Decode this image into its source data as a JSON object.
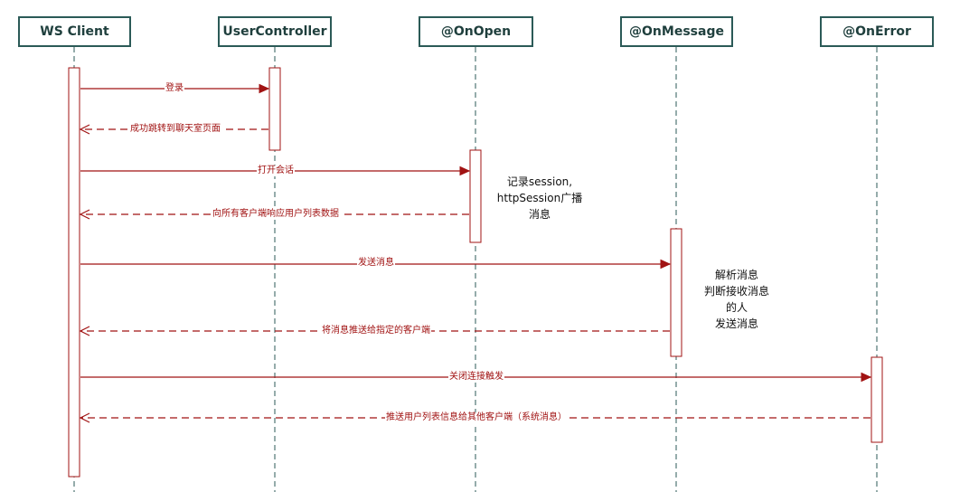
{
  "participants": [
    {
      "id": "ws-client",
      "label": "WS Client",
      "filled": true
    },
    {
      "id": "user-controller",
      "label": "UserController",
      "filled": false
    },
    {
      "id": "on-open",
      "label": "@OnOpen",
      "filled": false
    },
    {
      "id": "on-message",
      "label": "@OnMessage",
      "filled": false
    },
    {
      "id": "on-error",
      "label": "@OnError",
      "filled": false
    }
  ],
  "messages": [
    {
      "from": "ws-client",
      "to": "user-controller",
      "label": "登录",
      "dashed": false
    },
    {
      "from": "user-controller",
      "to": "ws-client",
      "label": "成功跳转到聊天室页面",
      "dashed": true
    },
    {
      "from": "ws-client",
      "to": "on-open",
      "label": "打开会话",
      "dashed": false
    },
    {
      "from": "on-open",
      "to": "ws-client",
      "label": "向所有客户端响应用户列表数据",
      "dashed": true
    },
    {
      "from": "ws-client",
      "to": "on-message",
      "label": "发送消息",
      "dashed": false
    },
    {
      "from": "on-message",
      "to": "ws-client",
      "label": "将消息推送给指定的客户端",
      "dashed": true
    },
    {
      "from": "ws-client",
      "to": "on-error",
      "label": "关闭连接触发",
      "dashed": false
    },
    {
      "from": "on-error",
      "to": "ws-client",
      "label": "推送用户列表信息给其他客户端（系统消息）",
      "dashed": true
    }
  ],
  "notes": [
    {
      "participant": "on-open",
      "text": "记录session,\nhttpSession广播\n消息"
    },
    {
      "participant": "on-message",
      "text": "解析消息\n判断接收消息\n的人\n发送消息"
    }
  ],
  "colors": {
    "lifeline": "#2b5a57",
    "message": "#a11313",
    "header_fill": "#1f4d4a"
  }
}
